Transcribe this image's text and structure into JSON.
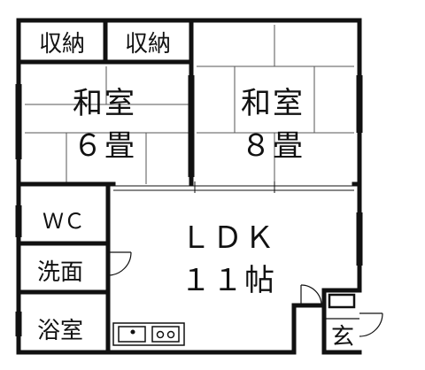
{
  "floorplan": {
    "rooms": {
      "storage_left": "収納",
      "storage_right": "収納",
      "washitsu6_name": "和室",
      "washitsu6_size": "６畳",
      "washitsu8_name": "和室",
      "washitsu8_size": "８畳",
      "wc": "ＷＣ",
      "ldk_name": "ＬＤＫ",
      "ldk_size": "１１帖",
      "washroom": "洗面",
      "bathroom": "浴室",
      "entrance": "玄"
    },
    "colors": {
      "wall": "#111111",
      "background": "#ffffff",
      "tatami_line": "#555555"
    }
  }
}
